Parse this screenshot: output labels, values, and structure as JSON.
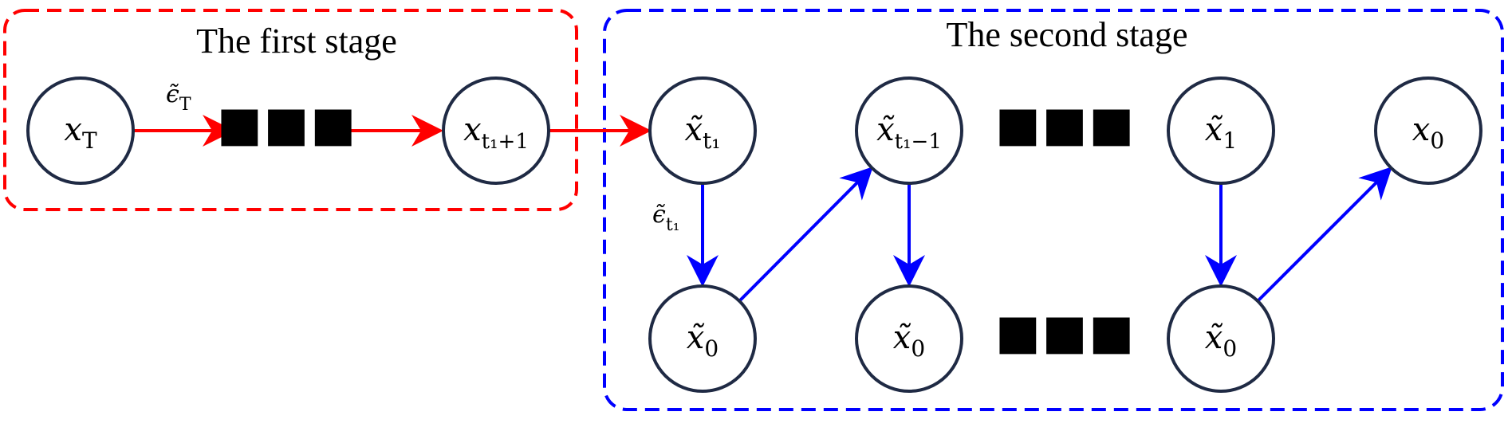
{
  "stages": {
    "first": {
      "title": "The first stage",
      "color": "#ff0000"
    },
    "second": {
      "title": "The second stage",
      "color": "#0000ff"
    }
  },
  "nodes": {
    "x_T": {
      "base": "x",
      "sub": "T"
    },
    "x_t1p1": {
      "base": "x",
      "sub": "t₁+1"
    },
    "xt_t1": {
      "base": "x̃",
      "sub": "t₁"
    },
    "xt_t1m1": {
      "base": "x̃",
      "sub": "t₁−1"
    },
    "xt_1": {
      "base": "x̃",
      "sub": "1"
    },
    "x_0": {
      "base": "x",
      "sub": "0"
    },
    "xt0_a": {
      "base": "x̃",
      "sub": "0"
    },
    "xt0_b": {
      "base": "x̃",
      "sub": "0"
    },
    "xt0_c": {
      "base": "x̃",
      "sub": "0"
    }
  },
  "edge_labels": {
    "eps_T": {
      "base": "ϵ̃",
      "sub": "T"
    },
    "eps_t1": {
      "base": "ϵ̃",
      "sub": "t₁"
    }
  },
  "ellipsis": "■■■",
  "colors": {
    "node_stroke": "#1f2a44",
    "red": "#ff0000",
    "blue": "#0000ff"
  }
}
